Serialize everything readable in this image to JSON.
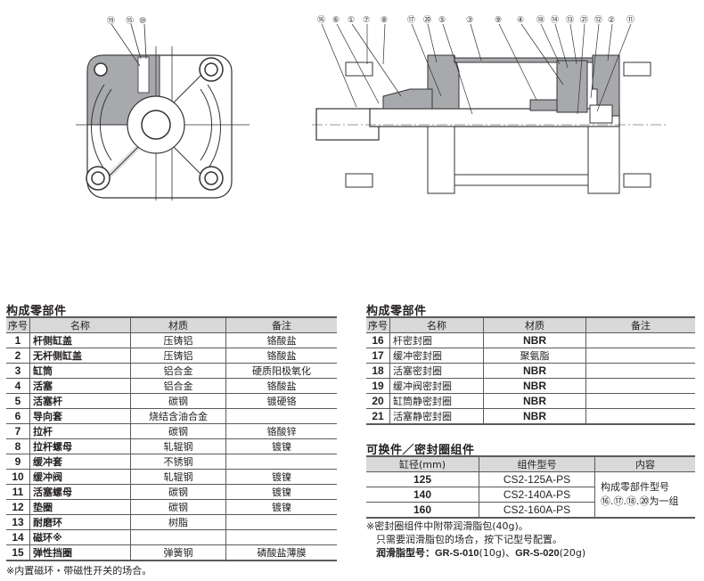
{
  "diagram": {
    "front_view_callouts": [
      "⑲",
      "⑮",
      "⑩"
    ],
    "section_view_callouts": [
      "⑯",
      "⑥",
      "①",
      "⑦",
      "⑧",
      "⑰",
      "⑳",
      "⑤",
      "③",
      "⑨",
      "④",
      "⑱",
      "⑭",
      "⑬",
      "㉑",
      "⑫",
      "②",
      "⑪"
    ]
  },
  "parts_left": {
    "title": "构成零部件",
    "headers": [
      "序号",
      "名称",
      "材质",
      "备注"
    ],
    "rows": [
      {
        "no": "1",
        "name": "杆侧缸盖",
        "material": "压铸铝",
        "note": "铬酸盐"
      },
      {
        "no": "2",
        "name": "无杆侧缸盖",
        "material": "压铸铝",
        "note": "铬酸盐"
      },
      {
        "no": "3",
        "name": "缸筒",
        "material": "铝合金",
        "note": "硬质阳极氧化"
      },
      {
        "no": "4",
        "name": "活塞",
        "material": "铝合金",
        "note": "铬酸盐"
      },
      {
        "no": "5",
        "name": "活塞杆",
        "material": "碳钢",
        "note": "镀硬铬"
      },
      {
        "no": "6",
        "name": "导向套",
        "material": "烧结含油合金",
        "note": ""
      },
      {
        "no": "7",
        "name": "拉杆",
        "material": "碳钢",
        "note": "铬酸锌"
      },
      {
        "no": "8",
        "name": "拉杆螺母",
        "material": "轧辊钢",
        "note": "镀镍"
      },
      {
        "no": "9",
        "name": "缓冲套",
        "material": "不锈钢",
        "note": ""
      },
      {
        "no": "10",
        "name": "缓冲阀",
        "material": "轧辊钢",
        "note": "镀镍"
      },
      {
        "no": "11",
        "name": "活塞螺母",
        "material": "碳钢",
        "note": "镀镍"
      },
      {
        "no": "12",
        "name": "垫圈",
        "material": "碳钢",
        "note": "镀镍"
      },
      {
        "no": "13",
        "name": "耐磨环",
        "material": "树脂",
        "note": ""
      },
      {
        "no": "14",
        "name": "磁环※",
        "material": "",
        "note": ""
      },
      {
        "no": "15",
        "name": "弹性挡圈",
        "material": "弹簧钢",
        "note": "磷酸盐薄膜"
      }
    ],
    "footnote": "※内置磁环・带磁性开关的场合。"
  },
  "parts_right": {
    "title": "构成零部件",
    "headers": [
      "序号",
      "名称",
      "材质",
      "备注"
    ],
    "rows": [
      {
        "no": "16",
        "name": "杆密封圈",
        "material": "NBR",
        "note": ""
      },
      {
        "no": "17",
        "name": "缓冲密封圈",
        "material": "聚氨脂",
        "note": ""
      },
      {
        "no": "18",
        "name": "活塞密封圈",
        "material": "NBR",
        "note": ""
      },
      {
        "no": "19",
        "name": "缓冲阀密封圈",
        "material": "NBR",
        "note": ""
      },
      {
        "no": "20",
        "name": "缸筒静密封圈",
        "material": "NBR",
        "note": ""
      },
      {
        "no": "21",
        "name": "活塞静密封圈",
        "material": "NBR",
        "note": ""
      }
    ]
  },
  "seal_kit": {
    "title": "可换件／密封圈组件",
    "headers": [
      "缸径(mm)",
      "组件型号",
      "内容"
    ],
    "rows": [
      {
        "bore": "125",
        "kit": "CS2-125A-PS"
      },
      {
        "bore": "140",
        "kit": "CS2-140A-PS"
      },
      {
        "bore": "160",
        "kit": "CS2-160A-PS"
      }
    ],
    "content_line1": "构成零部件型号",
    "content_line2": "⑯.⑰.⑱.⑳为一组",
    "note_line1": "※密封圈组件中附带润滑脂包(40g)。",
    "note_line2": "只需要润滑脂包的场合，按下记型号配置。",
    "note_line3_label": "润滑脂型号：",
    "grease_1_model": "GR-S-010",
    "grease_1_qty": "(10g)",
    "sep": "、",
    "grease_2_model": "GR-S-020",
    "grease_2_qty": "(20g)"
  }
}
